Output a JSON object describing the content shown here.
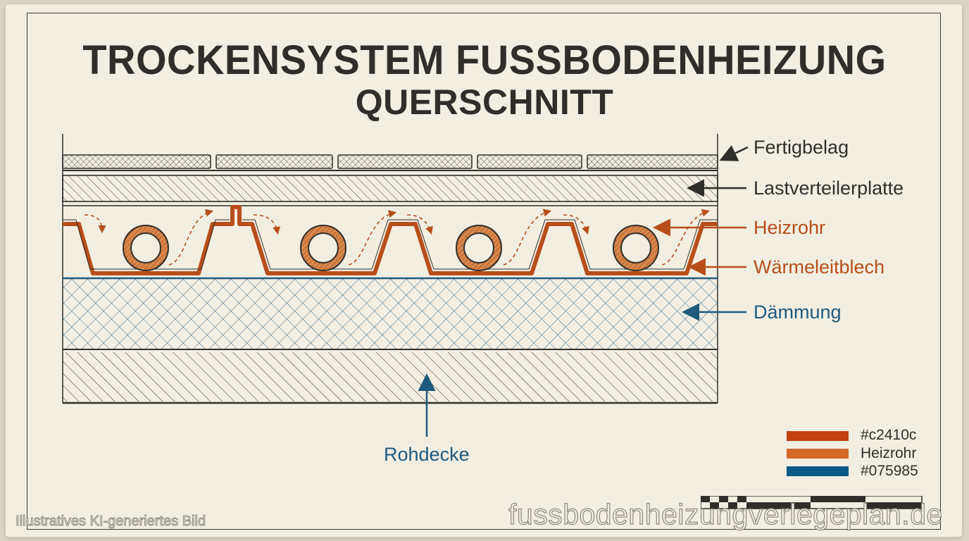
{
  "title": {
    "main": "TROCKENSYSTEM FUSSBODENHEIZUNG",
    "sub": "QUERSCHNITT"
  },
  "labels": {
    "fertigbelag": "Fertigbelag",
    "lastverteilerplatte": "Lastverteilerplatte",
    "heizrohr": "Heizrohr",
    "waermeleitblech": "Wärmeleitblech",
    "daemmung": "Dämmung",
    "rohdecke": "Rohdecke"
  },
  "legend": [
    {
      "color": "#c2410c",
      "text": "#c2410c"
    },
    {
      "color": "#d46a26",
      "text": "Heizrohr"
    },
    {
      "color": "#075985",
      "text": "#075985"
    }
  ],
  "colors": {
    "ink": "#2f2e2b",
    "orange": "#c2410c",
    "pipe": "#d46a26",
    "blue": "#075985",
    "paper": "#f3eee2"
  },
  "watermarks": {
    "left": "Illustratives KI-generiertes Bild",
    "right": "fussbodenheizungverlegeplan.de"
  }
}
